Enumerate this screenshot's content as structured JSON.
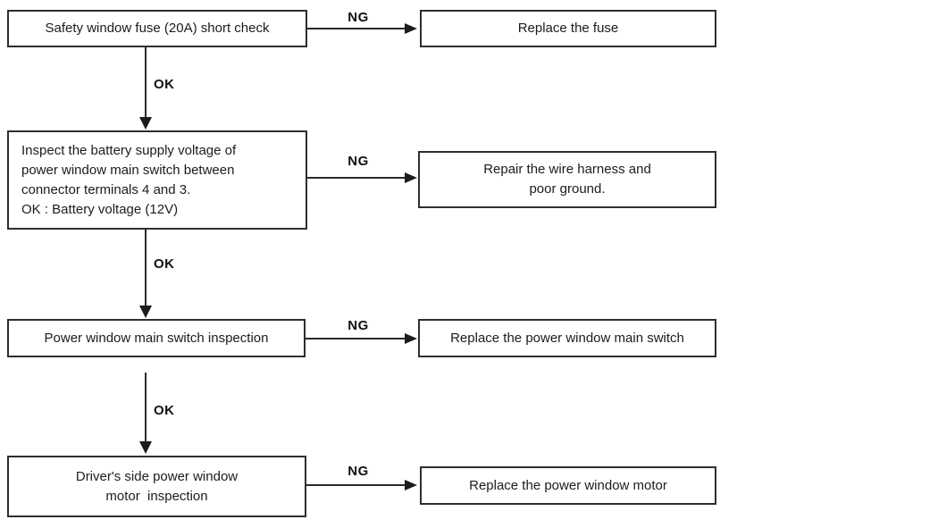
{
  "flowchart": {
    "steps": [
      {
        "text": "Safety window fuse (20A) short check",
        "ng_label": "NG",
        "ok_label": "OK",
        "result": "Replace the fuse"
      },
      {
        "text": "Inspect the battery supply voltage of\npower window main switch between\nconnector terminals 4 and 3.\nOK : Battery voltage (12V)",
        "ng_label": "NG",
        "ok_label": "OK",
        "result": "Repair the wire harness and\npoor ground."
      },
      {
        "text": "Power window main switch inspection",
        "ng_label": "NG",
        "ok_label": "OK",
        "result": "Replace the power window main switch"
      },
      {
        "text": "Driver's side power window\nmotor  inspection",
        "ng_label": "NG",
        "result": "Replace the power window motor"
      }
    ]
  }
}
